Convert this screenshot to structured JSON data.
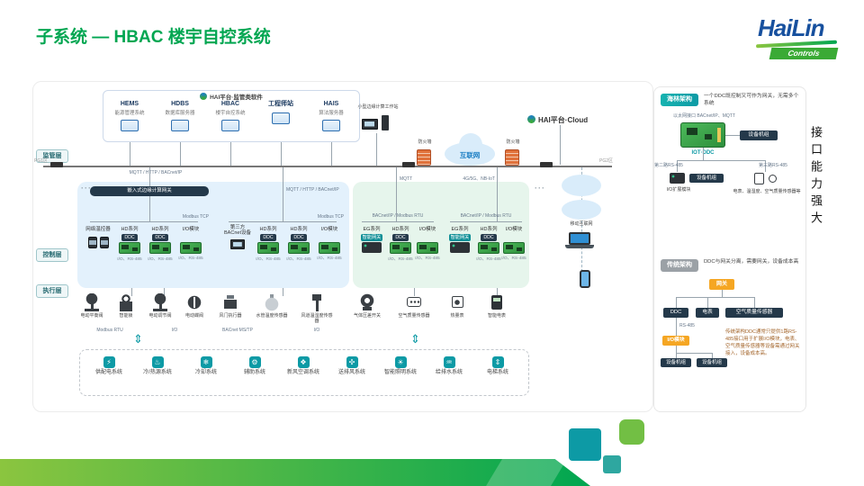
{
  "colors": {
    "green": "#00A651",
    "teal": "#0D9AA5",
    "blue": "#17509E",
    "panel_blue": "#E3F1FC",
    "panel_green": "#E6F5EC",
    "orange": "#F5A623",
    "dark": "#24394A"
  },
  "slide": {
    "title": "子系统 — HBAC 楼宇自控系统",
    "brand": "HaiLin",
    "brand_sub": "Controls",
    "vertical_slogan": "接口能力强大",
    "tag_left": "PG1区",
    "tag_right": "PG2区",
    "ellipsis": "···"
  },
  "layers": {
    "l1": "监管层",
    "l2": "控制层",
    "l3": "执行层"
  },
  "platform": {
    "header": "HAI平台·监管类软件",
    "apps": [
      {
        "abbr": "HEMS",
        "name": "能源管理系统"
      },
      {
        "abbr": "HDBS",
        "name": "数据库服务器"
      },
      {
        "abbr": "HBAC",
        "name": "楼宇自控系统"
      },
      {
        "abbr": "工程师站",
        "name": ""
      },
      {
        "abbr": "HAIS",
        "name": "算法服务器"
      }
    ]
  },
  "topbar": {
    "workstation": "小型边缘计算工作站",
    "firewall": "防火墙",
    "internet": "互联网",
    "hai_cloud": "HAI平台·Cloud",
    "mobile": "移动互联网"
  },
  "network": {
    "bus1": "MQTT / HTTP / BACnet/IP",
    "bus2": "MQTT / HTTP / BACnet/IP",
    "mqtt": "MQTT",
    "g5": "4G/5G、NB-IoT",
    "edge_gateway": "嵌入式边缘计算网关",
    "modbus_tcp": "Modbus TCP",
    "bacnet_modbus": "BACnet/IP / Modbus RTU",
    "port": "I/O、RS-485"
  },
  "control": {
    "head1": "网络温控器",
    "head2": "第三方 BACnet设备",
    "hd": "HD系列",
    "ddc": "DDC",
    "io": "I/O模块",
    "eg": "EG系列",
    "smart_gw": "智能网关"
  },
  "execution": {
    "d": [
      "电动平衡阀",
      "智能锁",
      "电动调节阀",
      "电动蝶阀",
      "风门执行器",
      "水管温度传感器",
      "风道温湿度传感器",
      "气体压差开关",
      "空气质量传感器",
      "热量表",
      "智能电表"
    ],
    "bus": [
      "Modbus RTU",
      "I/O",
      "BACnet MS/TP",
      "I/O"
    ]
  },
  "systems": [
    {
      "name": "供配电系统",
      "glyph": "⚡"
    },
    {
      "name": "冷/热源系统",
      "glyph": "♨"
    },
    {
      "name": "冷却系统",
      "glyph": "❄"
    },
    {
      "name": "辅助系统",
      "glyph": "⚙"
    },
    {
      "name": "新风空调系统",
      "glyph": "❖"
    },
    {
      "name": "送排风系统",
      "glyph": "✣"
    },
    {
      "name": "智能照明系统",
      "glyph": "☀"
    },
    {
      "name": "给排水系统",
      "glyph": "♒"
    },
    {
      "name": "电梯系统",
      "glyph": "⇕"
    }
  ],
  "hailin_arch": {
    "tag": "海林架构",
    "desc": "一个DDC既控制又可作为网关，无需多个系统",
    "eth": "以太网接口 BACnet/IP、MQTT",
    "device": "IOT·DDC",
    "unit": "设备机组",
    "rs2": "第二路RS-485",
    "rs3": "第三路RS-485",
    "io_ext": "I/O扩展模块",
    "sensors": "电表、温湿度、空气质量传感器等"
  },
  "trad_arch": {
    "tag": "传统架构",
    "desc": "DDC与网关分离，需要网关，设备成本高",
    "gateway": "网关",
    "ddc": "DDC",
    "meter": "电表",
    "aq": "空气质量传感器",
    "rs485": "RS-485",
    "io_module": "I/O模块",
    "unit": "设备机组",
    "note": "传统架构DDC通常只提供1路RS-485接口用于扩展I/O模块，电表、空气质量传感器等设备需通过网关接入，设备成本高。"
  }
}
